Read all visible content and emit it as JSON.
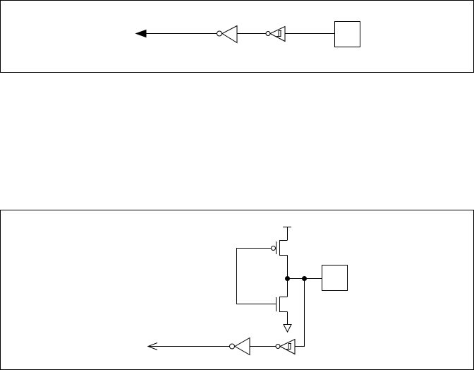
{
  "diagram": {
    "description_visible_text": "",
    "colors": {
      "line": "#000000",
      "background": "#ffffff"
    },
    "top_panel": {
      "elements": [
        "output-arrow-filled",
        "inverter",
        "schmitt-trigger-inverter",
        "pad-box"
      ]
    },
    "bottom_panel": {
      "elements": [
        "pmos-transistor",
        "nmos-transistor",
        "vdd-supply",
        "ground",
        "junction-dot",
        "junction-dot",
        "pad-box",
        "schmitt-trigger-inverter",
        "inverter",
        "output-arrow-open"
      ]
    }
  }
}
